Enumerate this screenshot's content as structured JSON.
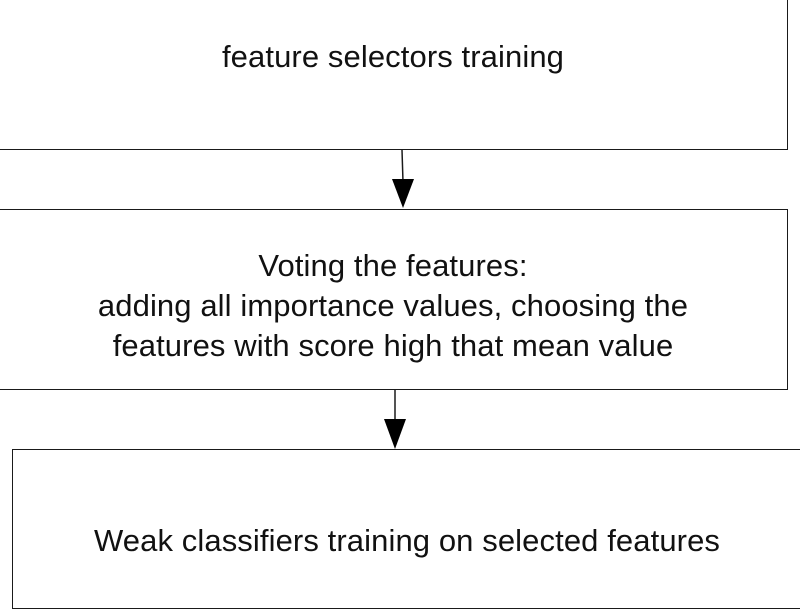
{
  "diagram": {
    "steps": [
      {
        "id": "step-1",
        "lines": [
          "feature selectors training"
        ]
      },
      {
        "id": "step-2",
        "lines": [
          "Voting the features:",
          "adding all importance values, choosing the",
          "features with score high that mean value"
        ]
      },
      {
        "id": "step-3",
        "lines": [
          "Weak classifiers training on selected features"
        ]
      }
    ],
    "colors": {
      "stroke": "#1a1a1a",
      "fill": "#ffffff",
      "text": "#111111"
    }
  }
}
